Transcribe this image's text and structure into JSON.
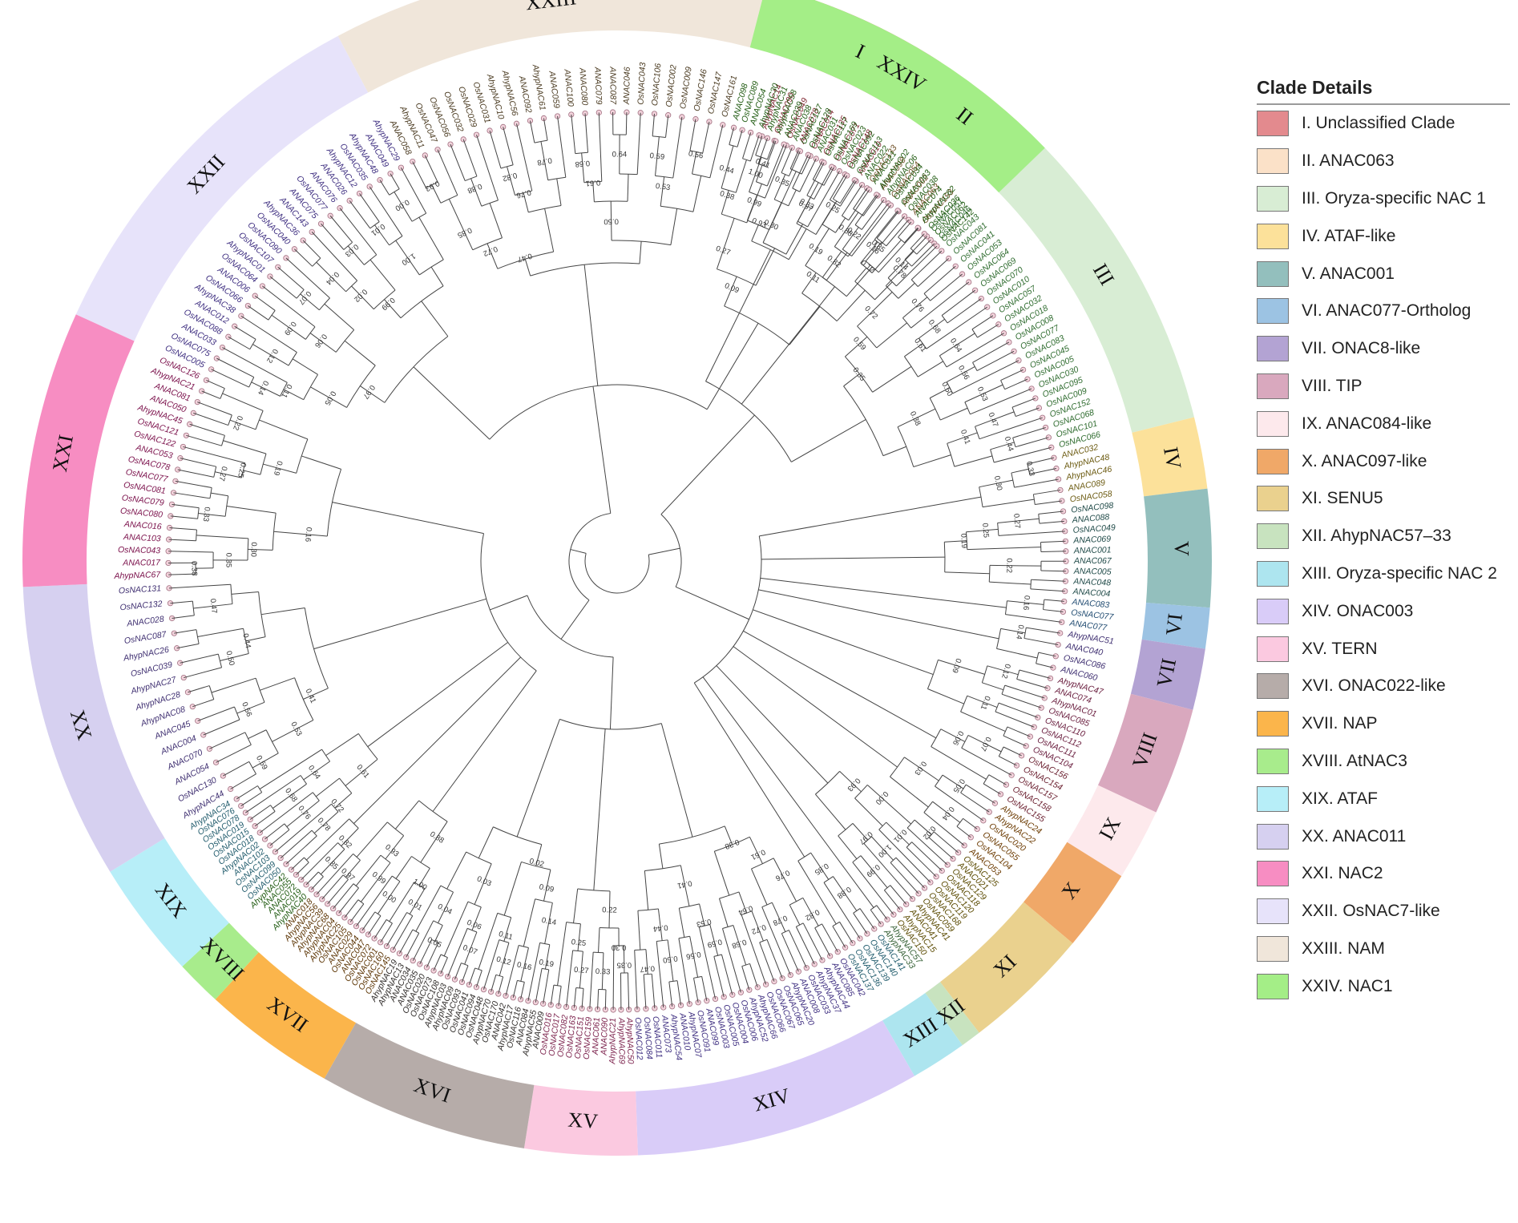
{
  "legend": {
    "title": "Clade Details",
    "items": [
      {
        "label": "I. Unclassified Clade",
        "color": "#E38A8E"
      },
      {
        "label": "II. ANAC063",
        "color": "#FBE1C8"
      },
      {
        "label": "III. Oryza-specific NAC 1",
        "color": "#D8EDD4"
      },
      {
        "label": "IV. ATAF-like",
        "color": "#FCE19A"
      },
      {
        "label": "V. ANAC001",
        "color": "#93BFBD"
      },
      {
        "label": "VI. ANAC077-Ortholog",
        "color": "#9CC3E3"
      },
      {
        "label": "VII. ONAC8-like",
        "color": "#B3A3D3"
      },
      {
        "label": "VIII. TIP",
        "color": "#D9A8BE"
      },
      {
        "label": "IX. ANAC084-like",
        "color": "#FDE9EC"
      },
      {
        "label": "X. ANAC097-like",
        "color": "#F0A868"
      },
      {
        "label": "XI. SENU5",
        "color": "#EAD18E"
      },
      {
        "label": "XII. AhypNAC57–33",
        "color": "#C8E3BF"
      },
      {
        "label": "XIII. Oryza-specific NAC 2",
        "color": "#ADE5EF"
      },
      {
        "label": "XIV. ONAC003",
        "color": "#D9CCF8"
      },
      {
        "label": "XV. TERN",
        "color": "#FBC9E0"
      },
      {
        "label": "XVI. ONAC022-like",
        "color": "#B6ACA9"
      },
      {
        "label": "XVII. NAP",
        "color": "#FBB54B"
      },
      {
        "label": "XVIII. AtNAC3",
        "color": "#A8EC8C"
      },
      {
        "label": "XIX. ATAF",
        "color": "#B7EEF8"
      },
      {
        "label": "XX. ANAC011",
        "color": "#D6D0F0"
      },
      {
        "label": "XXI. NAC2",
        "color": "#F78DC2"
      },
      {
        "label": "XXII. OsNAC7-like",
        "color": "#E7E3FA"
      },
      {
        "label": "XXIII. NAM",
        "color": "#F0E6DA"
      },
      {
        "label": "XXIV. NAC1",
        "color": "#A4EE87"
      }
    ]
  },
  "clades": [
    {
      "numeral": "I",
      "start": 288,
      "end": 303,
      "color": "#E38A8E",
      "text_color": "#7A1F2A",
      "leaves": [
        "AhypNAC14",
        "OsNAC090",
        "OsNAC049",
        "ANAC078",
        "OsNAC014",
        "OsNAC135",
        "OsNAC071",
        "OsNAC148",
        "ANAC010"
      ]
    },
    {
      "numeral": "II",
      "start": 303,
      "end": 313,
      "color": "#FBE1C8",
      "text_color": "#6B4A20",
      "leaves": [
        "OsNAC133",
        "ANAC098",
        "OsNAC054",
        "ANAC062",
        "ANAC063",
        "OsNAC153"
      ]
    },
    {
      "numeral": "III",
      "start": 313,
      "end": 346,
      "color": "#D8EDD4",
      "text_color": "#2E6B2E",
      "leaves": [
        "OsNAC051",
        "OsNAC046",
        "OsNAC043",
        "OsNAC081",
        "OsNAC041",
        "OsNAC053",
        "OsNAC064",
        "OsNAC069",
        "OsNAC070",
        "OsNAC010",
        "OsNAC057",
        "OsNAC032",
        "OsNAC018",
        "OsNAC008",
        "OsNAC077",
        "OsNAC083",
        "OsNAC045",
        "OsNAC005",
        "OsNAC030",
        "OsNAC095",
        "OsNAC009",
        "OsNAC152",
        "OsNAC068",
        "OsNAC101",
        "OsNAC066"
      ]
    },
    {
      "numeral": "IV",
      "start": 346,
      "end": 353,
      "color": "#FCE19A",
      "text_color": "#6B5A10",
      "leaves": [
        "ANAC032",
        "AhypNAC48",
        "AhypNAC46",
        "ANAC089",
        "OsNAC058"
      ]
    },
    {
      "numeral": "V",
      "start": 353,
      "end": 364.5,
      "color": "#93BFBD",
      "text_color": "#1F4A48",
      "leaves": [
        "OsNAC098",
        "ANAC088",
        "OsNAC049",
        "ANAC069",
        "ANAC001",
        "ANAC067",
        "ANAC005",
        "ANAC048",
        "ANAC004"
      ]
    },
    {
      "numeral": "VI",
      "start": 364.5,
      "end": 368.5,
      "color": "#9CC3E3",
      "text_color": "#1F4A70",
      "leaves": [
        "ANAC083",
        "OsNAC077",
        "ANAC077"
      ]
    },
    {
      "numeral": "VII",
      "start": 368.5,
      "end": 374.5,
      "color": "#B3A3D3",
      "text_color": "#3E2E70",
      "leaves": [
        "AhypNAC51",
        "ANAC040",
        "OsNAC086",
        "ANAC060"
      ]
    },
    {
      "numeral": "VIII",
      "start": 374.5,
      "end": 385,
      "color": "#D9A8BE",
      "text_color": "#6B2040",
      "leaves": [
        "AhypNAC47",
        "ANAC074",
        "AhypNAC01",
        "OsNAC085",
        "OsNAC110",
        "OsNAC112",
        "OsNAC111",
        "OsNAC104"
      ]
    },
    {
      "numeral": "IX",
      "start": 385,
      "end": 392,
      "color": "#FDE9EC",
      "text_color": "#6B2030",
      "leaves": [
        "OsNAC156",
        "OsNAC154",
        "OsNAC157",
        "OsNAC158",
        "OsNAC155"
      ]
    },
    {
      "numeral": "X",
      "start": 392,
      "end": 400,
      "color": "#F0A868",
      "text_color": "#6B3A00",
      "leaves": [
        "AhypNAC24",
        "AhypNAC22",
        "OsNAC020",
        "OsNAC055",
        "OsNAC104",
        "ANAC053"
      ]
    },
    {
      "numeral": "XI",
      "start": 400,
      "end": 412.5,
      "color": "#EAD18E",
      "text_color": "#5A4A00",
      "leaves": [
        "OsNAC125",
        "ANAC021",
        "OsNAC129",
        "OsNAC118",
        "OsNAC120",
        "OsNAC119",
        "OsNAC168",
        "OsNAC059",
        "AhypNAC41",
        "ANAC041",
        "AhypNAC15",
        "OsNAC150"
      ]
    },
    {
      "numeral": "XII",
      "start": 412.5,
      "end": 414.5,
      "color": "#C8E3BF",
      "text_color": "#2E5A2E",
      "leaves": [
        "AhypNAC57",
        "AhypNAC33"
      ]
    },
    {
      "numeral": "XIII",
      "start": 414.5,
      "end": 420,
      "color": "#ADE5EF",
      "text_color": "#1F5A6B",
      "leaves": [
        "OsNAC141",
        "OsNAC140",
        "OsNAC139",
        "OsNAC136",
        "OsNAC137"
      ]
    },
    {
      "numeral": "XIV",
      "start": 420,
      "end": 448,
      "color": "#D9CCF8",
      "text_color": "#3E2E80",
      "leaves": [
        "OsNAC042",
        "ANAC085",
        "AhypNAC44",
        "AhypNAC37",
        "OsNAC033",
        "ANAC008",
        "AhypNAC20",
        "OsNAC065",
        "OsNAC067",
        "OsNAC066",
        "AhypNAC66",
        "AhypNAC52",
        "OsNAC006",
        "OsNAC004",
        "OsNAC005",
        "OsNAC003",
        "ANAC099",
        "OsNAC091",
        "AhypNAC07",
        "ANAC010",
        "AhypNAC54",
        "ANAC073",
        "OsNAC011",
        "OsNAC084",
        "OsNAC012"
      ]
    },
    {
      "numeral": "XV",
      "start": 448,
      "end": 459,
      "color": "#FBC9E0",
      "text_color": "#7A1F4A",
      "leaves": [
        "AhypNAC50",
        "AhypNAC69",
        "AhypNAC21",
        "ANAC090",
        "ANAC061",
        "OsNAC159",
        "OsNAC151",
        "OsNAC163",
        "OsNAC082",
        "OsNAC017",
        "OsNAC016"
      ]
    },
    {
      "numeral": "XVI",
      "start": 459,
      "end": 479.5,
      "color": "#B6ACA9",
      "text_color": "#2E2A28",
      "leaves": [
        "ANAC009",
        "AhypNAC55",
        "ANAC084",
        "OsNAC116",
        "AhypNAC17",
        "ANAC042",
        "OsNAC170",
        "AhypNAC70",
        "OsNAC048",
        "OsNAC094",
        "OsNAC041",
        "OsNAC093",
        "AhypNAC09",
        "AhypNAC03",
        "OsNAC108",
        "OsNAC073",
        "OsNAC020",
        "ANAC035",
        "ANAC034",
        "AhypNAC13",
        "AhypNAC19"
      ]
    },
    {
      "numeral": "XVII",
      "start": 479.5,
      "end": 492.5,
      "color": "#FBB54B",
      "text_color": "#5A3200",
      "leaves": [
        "OsNAC145",
        "OsNAC160",
        "OsNAC001",
        "OsNAC072",
        "ANAC047",
        "OsNAC044",
        "ANAC029",
        "OsNAC105",
        "AhypNAC25",
        "AhypNAC04",
        "AhypNAC68",
        "AhypNAC39",
        "AhypNAC56",
        "ANAC018"
      ]
    },
    {
      "numeral": "XVIII",
      "start": 492.5,
      "end": 497,
      "color": "#A8EC8C",
      "text_color": "#1F5A10",
      "leaves": [
        "AhypNAC40",
        "ANAC019",
        "ANAC072",
        "ANAC055",
        "AhypNAC42"
      ]
    },
    {
      "numeral": "XIX",
      "start": 497,
      "end": 508.5,
      "color": "#B7EEF8",
      "text_color": "#1F5A6B",
      "leaves": [
        "OsNAC050",
        "OsNAC099",
        "OsNAC103",
        "ANAC102",
        "AhypNAC02",
        "OsNAC018",
        "OsNAC015",
        "OsNAC019",
        "OsNAC078",
        "OsNAC076",
        "AhypNAC34"
      ]
    },
    {
      "numeral": "XX",
      "start": 508.5,
      "end": 537.5,
      "color": "#D6D0F0",
      "text_color": "#3E2E70",
      "leaves": [
        "AhypNAC44",
        "OsNAC130",
        "ANAC054",
        "ANAC070",
        "ANAC004",
        "ANAC045",
        "AhypNAC08",
        "AhypNAC28",
        "AhypNAC27",
        "OsNAC039",
        "AhypNAC26",
        "OsNAC087",
        "ANAC028",
        "OsNAC132",
        "OsNAC131"
      ]
    },
    {
      "numeral": "XXI",
      "start": 537.5,
      "end": 564.5,
      "color": "#F78DC2",
      "text_color": "#7A0F4A",
      "leaves": [
        "AhypNAC67",
        "ANAC017",
        "OsNAC043",
        "ANAC103",
        "ANAC016",
        "OsNAC080",
        "OsNAC079",
        "OsNAC081",
        "OsNAC077",
        "OsNAC078",
        "ANAC053",
        "OsNAC122",
        "OsNAC121",
        "AhypNAC45",
        "ANAC050",
        "ANAC081",
        "AhypNAC21",
        "OsNAC126"
      ]
    },
    {
      "numeral": "XXII",
      "start": 564.5,
      "end": 602,
      "color": "#E7E3FA",
      "text_color": "#3E2E80",
      "leaves": [
        "OsNAC005",
        "OsNAC075",
        "ANAC033",
        "OsNAC088",
        "ANAC012",
        "AhypNAC38",
        "OsNAC066",
        "ANAC006",
        "OsNAC064",
        "AhypNAC01",
        "OsNAC107",
        "OsNAC090",
        "OsNAC040",
        "AhypNAC36",
        "ANAC143",
        "ANAC075",
        "OsNAC077",
        "ANAC076",
        "ANAC026",
        "AhypNAC12",
        "OsNAC035",
        "AhypNAC48",
        "ANAC049",
        "AhypNAC29"
      ]
    },
    {
      "numeral": "XXIII",
      "start": 602,
      "end": 644.5,
      "color": "#F0E6DA",
      "text_color": "#4A3A20",
      "leaves": [
        "ANAC058",
        "AhypNAC11",
        "OsNAC047",
        "OsNAC056",
        "OsNAC032",
        "OsNAC029",
        "OsNAC031",
        "AhypNAC10",
        "AhypNAC56",
        "ANAC092",
        "AhypNAC61",
        "ANAC059",
        "ANAC100",
        "ANAC080",
        "ANAC079",
        "ANAC087",
        "ANAC046",
        "OsNAC043",
        "OsNAC106",
        "OsNAC002",
        "OsNAC009",
        "OsNAC146",
        "OsNAC147",
        "OsNAC161"
      ]
    },
    {
      "numeral": "XXIV",
      "start": 644.5,
      "end": 676,
      "color": "#A4EE87",
      "text_color": "#1F5A10",
      "leaves": [
        "ANAC098",
        "OsNAC089",
        "ANAC054",
        "AhypNAC30",
        "AhypNAC31",
        "AhypNAC58",
        "ANAC039",
        "ANAC038",
        "OsNAC127",
        "OsNAC128",
        "ANAC031",
        "OsNAC117",
        "OsNAC169",
        "OsNAC023",
        "OsNAC092",
        "OsNAC113",
        "ANAC022",
        "ANAC021",
        "AhypNAC02",
        "AhypNAC06",
        "OsNAC034",
        "OsNAC063",
        "OsNAC038",
        "ANAC074",
        "AhypNAC62",
        "OsNAC036",
        "OsNAC062",
        "OsNAC142"
      ]
    }
  ],
  "support_values": [
    "1.00",
    "0.99",
    "0.97",
    "0.93",
    "0.88",
    "0.85",
    "0.82",
    "0.78",
    "0.76",
    "0.72",
    "0.68",
    "0.64",
    "0.61",
    "0.59",
    "0.56",
    "0.53",
    "0.50",
    "0.47",
    "0.44",
    "0.41",
    "0.38",
    "0.35",
    "0.33",
    "0.30",
    "0.27",
    "0.25",
    "0.22",
    "0.19",
    "0.16",
    "0.14",
    "0.12",
    "0.11",
    "0.09",
    "0.07",
    "0.06",
    "0.05",
    "0.04",
    "0.03",
    "0.02",
    "0.01",
    "0.00"
  ]
}
